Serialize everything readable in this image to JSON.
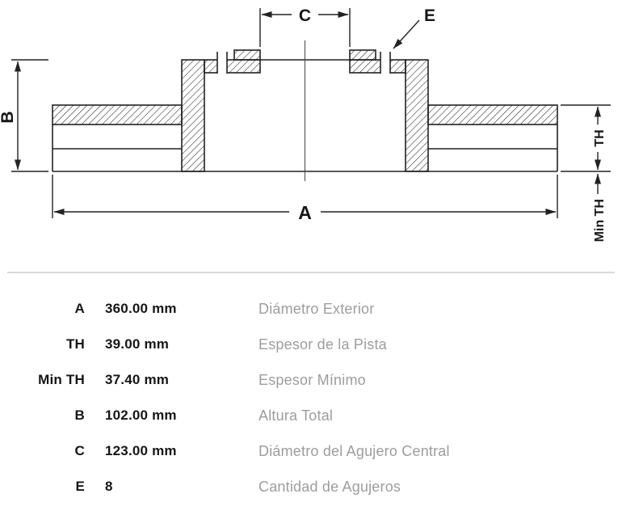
{
  "diagram": {
    "labels": {
      "a": "A",
      "b": "B",
      "c": "C",
      "e": "E",
      "th": "TH",
      "min_th": "Min TH"
    },
    "stroke_color": "#222222"
  },
  "specs": {
    "rows": [
      {
        "key": "A",
        "value": "360.00 mm",
        "description": "Diámetro Exterior"
      },
      {
        "key": "TH",
        "value": "39.00 mm",
        "description": "Espesor de la Pista"
      },
      {
        "key": "Min TH",
        "value": "37.40 mm",
        "description": "Espesor Mínimo"
      },
      {
        "key": "B",
        "value": "102.00 mm",
        "description": "Altura Total"
      },
      {
        "key": "C",
        "value": "123.00 mm",
        "description": "Diámetro del Agujero Central"
      },
      {
        "key": "E",
        "value": "8",
        "description": "Cantidad de Agujeros"
      }
    ]
  }
}
